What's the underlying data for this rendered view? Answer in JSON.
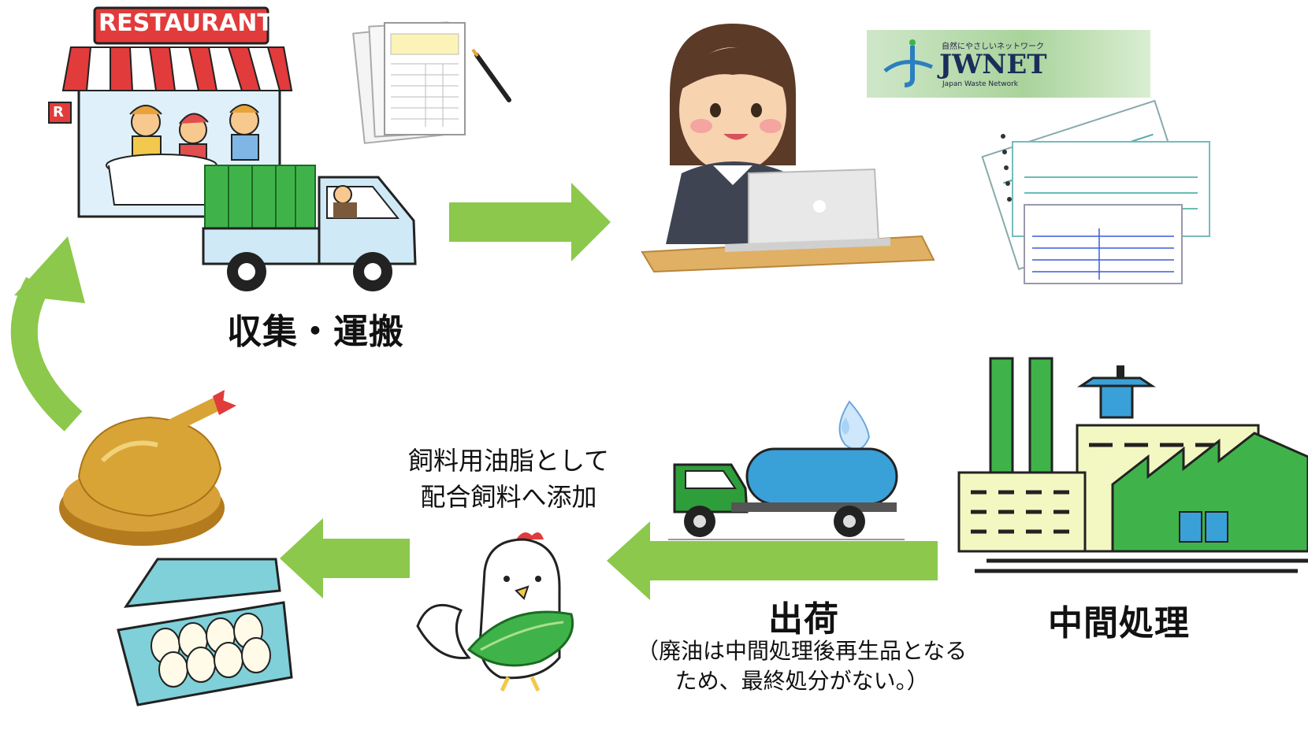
{
  "restaurant": {
    "sign": "RESTAURANT",
    "flag_letter": "R"
  },
  "jwnet": {
    "logo_text": "JWNET",
    "tagline": "自然にやさしいネットワーク",
    "subtitle": "Japan Waste Network"
  },
  "labels": {
    "collection": "収集・運搬",
    "feed_line1": "飼料用油脂として",
    "feed_line2": "配合飼料へ添加",
    "shipping": "出荷",
    "note_line1": "（廃油は中間処理後再生品となる",
    "note_line2": "ため、最終処分がない。）",
    "intermediate": "中間処理"
  },
  "colors": {
    "arrow": "#8cc84b",
    "factory_green": "#3fb34a",
    "factory_cream": "#f3f7c2",
    "truck_green": "#2e9e3a",
    "truck_blue": "#3aa0d8"
  }
}
